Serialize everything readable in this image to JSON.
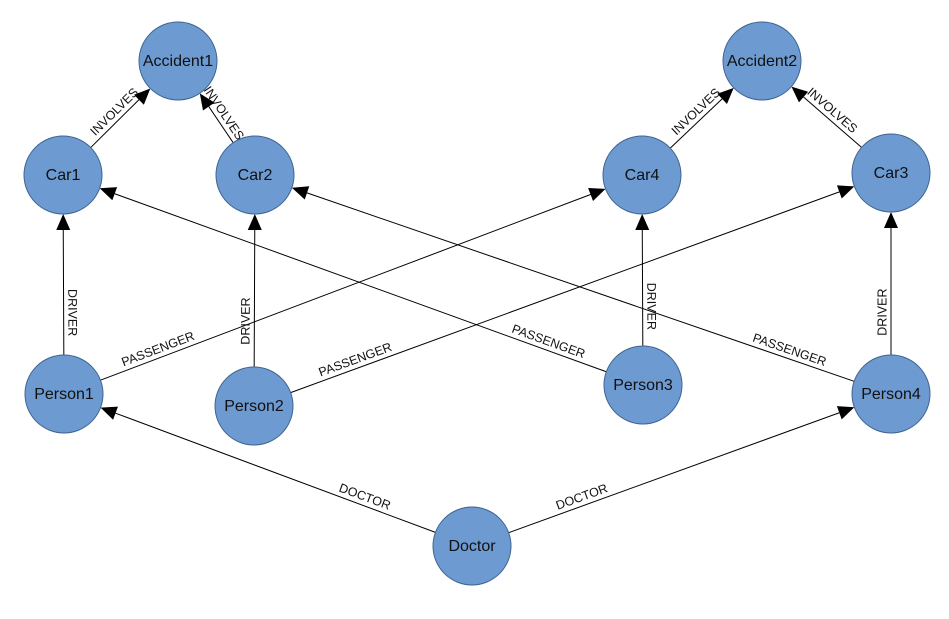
{
  "colors": {
    "node_fill": "#6c9ad1",
    "node_stroke": "#3f6591",
    "edge": "#000000"
  },
  "nodes": {
    "accident1": "Accident1",
    "accident2": "Accident2",
    "car1": "Car1",
    "car2": "Car2",
    "car3": "Car3",
    "car4": "Car4",
    "person1": "Person1",
    "person2": "Person2",
    "person3": "Person3",
    "person4": "Person4",
    "doctor": "Doctor"
  },
  "edges": [
    {
      "from": "car1",
      "to": "accident1",
      "label": "INVOLVES"
    },
    {
      "from": "car2",
      "to": "accident1",
      "label": "INVOLVES"
    },
    {
      "from": "car4",
      "to": "accident2",
      "label": "INVOLVES"
    },
    {
      "from": "car3",
      "to": "accident2",
      "label": "INVOLVES"
    },
    {
      "from": "person1",
      "to": "car1",
      "label": "DRIVER"
    },
    {
      "from": "person1",
      "to": "car4",
      "label": "PASSENGER"
    },
    {
      "from": "person2",
      "to": "car2",
      "label": "DRIVER"
    },
    {
      "from": "person2",
      "to": "car3",
      "label": "PASSENGER"
    },
    {
      "from": "person3",
      "to": "car4",
      "label": "DRIVER"
    },
    {
      "from": "person3",
      "to": "car1",
      "label": "PASSENGER"
    },
    {
      "from": "person4",
      "to": "car3",
      "label": "DRIVER"
    },
    {
      "from": "person4",
      "to": "car2",
      "label": "PASSENGER"
    },
    {
      "from": "doctor",
      "to": "person1",
      "label": "DOCTOR"
    },
    {
      "from": "doctor",
      "to": "person4",
      "label": "DOCTOR"
    }
  ]
}
